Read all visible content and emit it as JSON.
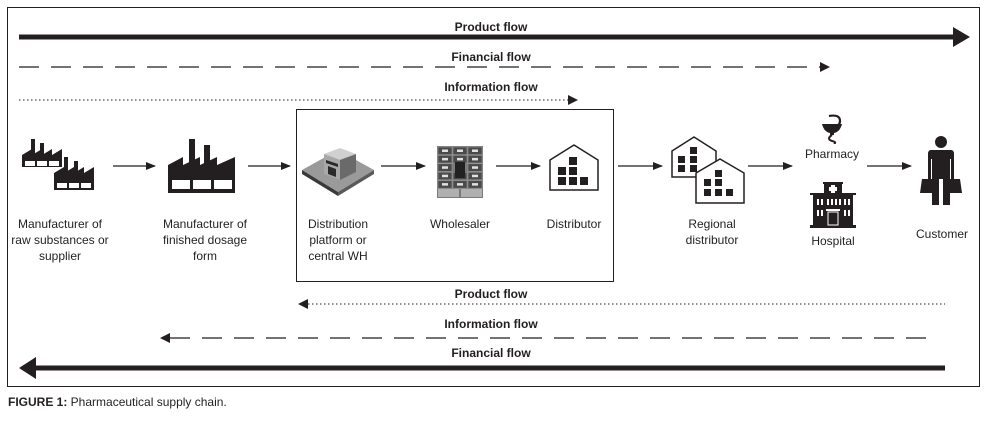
{
  "figure": {
    "caption_prefix": "FIGURE 1:",
    "caption_text": " Pharmaceutical supply chain."
  },
  "top_flows": [
    {
      "label": "Product flow",
      "style": "solid-thick",
      "direction": "right"
    },
    {
      "label": "Financial flow",
      "style": "dashed",
      "direction": "right"
    },
    {
      "label": "Information flow",
      "style": "dotted",
      "direction": "right"
    }
  ],
  "bottom_flows": [
    {
      "label": "Product flow",
      "style": "dotted",
      "direction": "left"
    },
    {
      "label": "Information flow",
      "style": "dashed",
      "direction": "left"
    },
    {
      "label": "Financial flow",
      "style": "solid-thick",
      "direction": "left"
    }
  ],
  "nodes": [
    {
      "id": "raw-manufacturer",
      "label_lines": [
        "Manufacturer of",
        "raw substances or",
        "supplier"
      ],
      "icon": "factory-pair-icon"
    },
    {
      "id": "fdf-manufacturer",
      "label_lines": [
        "Manufacturer of",
        "finished dosage",
        "form"
      ],
      "icon": "factory-icon"
    },
    {
      "id": "distribution-platform",
      "label_lines": [
        "Distribution",
        "platform or",
        "central WH"
      ],
      "icon": "warehouse-3d-icon"
    },
    {
      "id": "wholesaler",
      "label_lines": [
        "Wholesaler"
      ],
      "icon": "storage-rack-icon"
    },
    {
      "id": "distributor",
      "label_lines": [
        "Distributor"
      ],
      "icon": "distribution-house-icon"
    },
    {
      "id": "regional-distributor",
      "label_lines": [
        "Regional",
        "distributor"
      ],
      "icon": "distribution-house-pair-icon"
    },
    {
      "id": "pharmacy",
      "label_lines": [
        "Pharmacy"
      ],
      "icon": "pharmacy-bowl-icon"
    },
    {
      "id": "hospital",
      "label_lines": [
        "Hospital"
      ],
      "icon": "hospital-icon"
    },
    {
      "id": "customer",
      "label_lines": [
        "Customer"
      ],
      "icon": "customer-with-bags-icon"
    }
  ],
  "colors": {
    "ink": "#231f20",
    "gray_dark": "#5a5a5a",
    "gray_mid": "#8a8a8a",
    "gray_light": "#bdbdbd"
  }
}
